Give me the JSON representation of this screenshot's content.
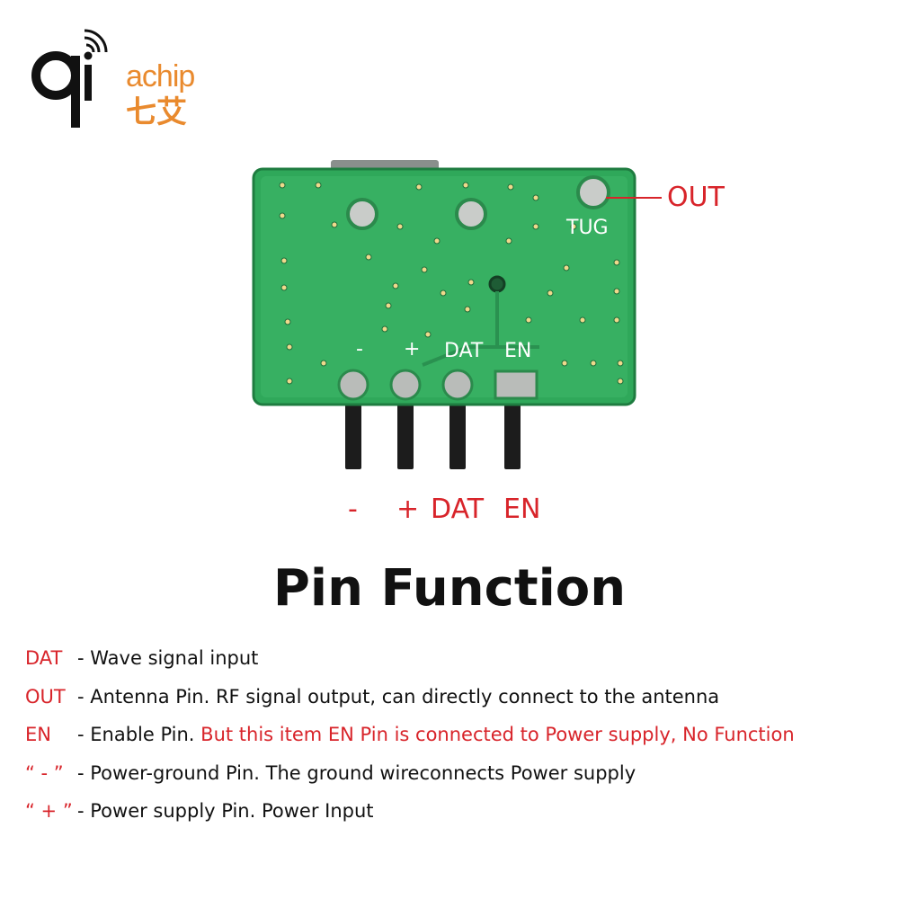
{
  "logo": {
    "brand_text": "achip",
    "brand_cn": "七艾",
    "icon": "wireless-qi-icon",
    "text_color": "#e98a2e"
  },
  "board": {
    "silkscreen_tug": "TUG",
    "silkscreen_minus": "-",
    "silkscreen_plus": "+",
    "silkscreen_dat": "DAT",
    "silkscreen_en": "EN",
    "pcb_color": "#2fa85a"
  },
  "callouts": {
    "out": "OUT",
    "pin_minus": "-",
    "pin_plus": "+",
    "pin_dat": "DAT",
    "pin_en": "EN",
    "color": "#d8242a"
  },
  "title": "Pin Function",
  "pins": [
    {
      "key": "DAT",
      "text": "- Wave signal input",
      "note": ""
    },
    {
      "key": "OUT",
      "text": "- Antenna Pin. RF signal output, can directly connect to the antenna",
      "note": ""
    },
    {
      "key": "EN",
      "text": "- Enable Pin. ",
      "note": "But this item EN Pin is connected to Power supply, No Function"
    },
    {
      "key": "“ - ”",
      "text": "- Power-ground Pin. The ground wireconnects Power supply",
      "note": ""
    },
    {
      "key": "“ + ”",
      "text": "- Power supply Pin. Power Input",
      "note": ""
    }
  ]
}
